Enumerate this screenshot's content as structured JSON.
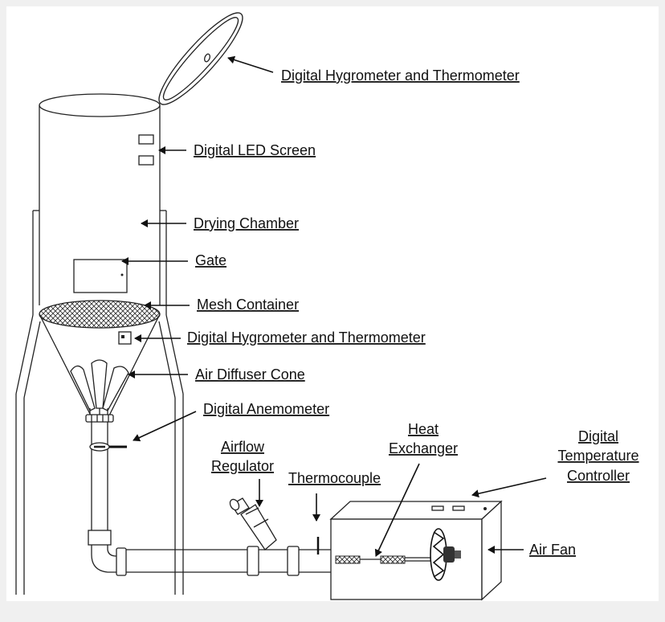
{
  "labels": {
    "top_hygrometer": "Digital Hygrometer and Thermometer",
    "led_screen": "Digital LED Screen",
    "drying_chamber": "Drying Chamber",
    "gate": "Gate",
    "mesh_container": "Mesh Container",
    "mid_hygrometer": "Digital Hygrometer and Thermometer",
    "air_diffuser": "Air Diffuser Cone",
    "anemometer": "Digital Anemometer",
    "airflow_line1": "Airflow",
    "airflow_line2": "Regulator",
    "thermocouple": "Thermocouple",
    "heat_line1": "Heat",
    "heat_line2": "Exchanger",
    "temp_line1": "Digital",
    "temp_line2": "Temperature",
    "temp_line3": "Controller",
    "air_fan": "Air Fan"
  },
  "colors": {
    "background": "#f0f0f0",
    "panel": "#ffffff",
    "line": "#222222",
    "text": "#111111"
  }
}
